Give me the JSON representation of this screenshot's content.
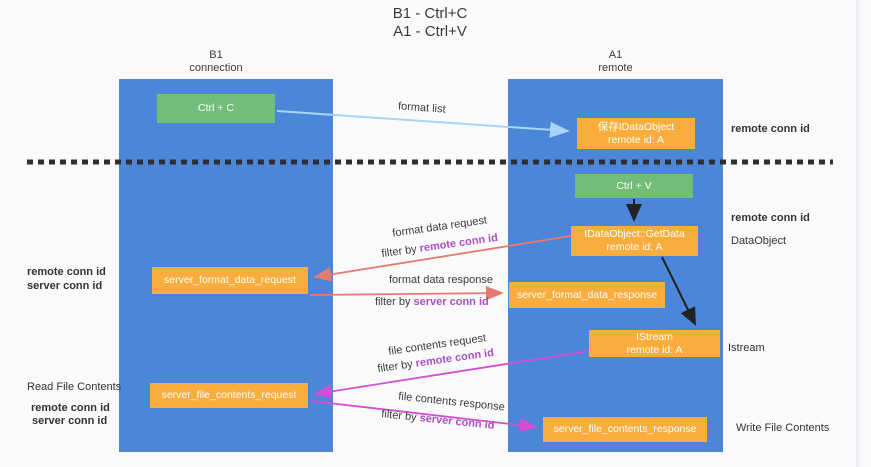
{
  "title": {
    "line1": "B1 - Ctrl+C",
    "line2": "A1 - Ctrl+V"
  },
  "lanes": {
    "left": {
      "title": "B1",
      "subtitle": "connection"
    },
    "right": {
      "title": "A1",
      "subtitle": "remote"
    }
  },
  "nodes": {
    "ctrl_c": {
      "label": "Ctrl + C"
    },
    "ctrl_v": {
      "label": "Ctrl + V"
    },
    "save_dataobject": {
      "line1": "保存IDataObject",
      "line2": "remote id: A"
    },
    "getdata": {
      "line1": "IDataObject::GetData",
      "line2": "remote id: A"
    },
    "istream": {
      "line1": "IStream",
      "line2": "remote id: A"
    },
    "format_request": {
      "label": "server_format_data_request"
    },
    "format_response": {
      "label": "server_format_data_response"
    },
    "file_request": {
      "label": "server_file_contents_request"
    },
    "file_response": {
      "label": "server_file_contents_response"
    }
  },
  "edge_labels": {
    "format_list": "format list",
    "format_data_request": "format data request",
    "format_data_response": "format data response",
    "file_contents_request": "file contents request",
    "file_contents_response": "file contents response",
    "filter_by": "filter by",
    "remote_conn_id": "remote conn id",
    "server_conn_id": "server conn id"
  },
  "side_labels": {
    "left_remote_conn_id_1": "remote conn id",
    "left_server_conn_id_1": "server conn id",
    "read_file_contents": "Read File Contents",
    "left_remote_conn_id_2": "remote conn id",
    "left_server_conn_id_2": "server conn id",
    "right_remote_conn_id_1": "remote conn id",
    "right_remote_conn_id_2": "remote conn id",
    "dataobject": "DataObject",
    "istream": "Istream",
    "write_file_contents": "Write File Contents"
  },
  "colors": {
    "lane_blue": "#4c86d9",
    "node_green": "#72bd78",
    "node_orange": "#f8ad3d",
    "arrow_lightblue": "#a9d4f5",
    "arrow_red": "#e8796f",
    "arrow_magenta": "#d24fd2",
    "arrow_black": "#222222",
    "text_purple": "#a94fc6",
    "text_green": "#67b96a",
    "divider_black": "#2f2f2f"
  }
}
